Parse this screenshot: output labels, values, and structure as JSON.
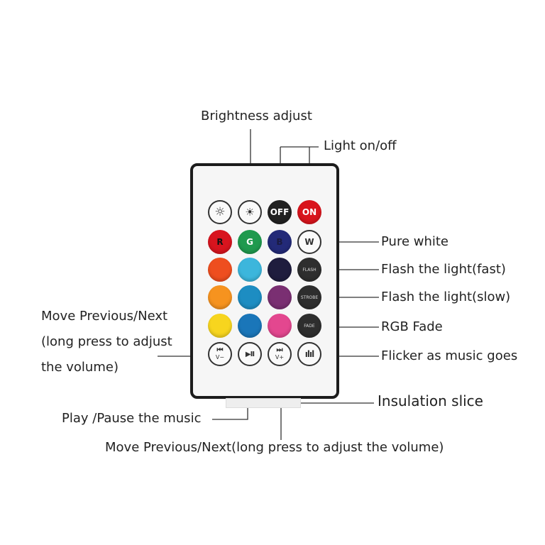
{
  "labels": {
    "brightness": "Brightness adjust",
    "light_on_off": "Light on/off",
    "pure_white": "Pure white",
    "flash_fast": "Flash the light(fast)",
    "flash_slow": "Flash the light(slow)",
    "rgb_fade": "RGB Fade",
    "flicker_music": "Flicker as music goes",
    "insulation": "Insulation slice",
    "move_prev_next_left": [
      "Move Previous/Next",
      "(long press to adjust",
      "the volume)"
    ],
    "play_pause": "Play /Pause the music",
    "move_prev_next_bottom": "Move Previous/Next(long press to adjust the volume)"
  },
  "buttons": {
    "brightness_down": {
      "icon": "sun-dim-icon",
      "glyph": "☼"
    },
    "brightness_up": {
      "icon": "sun-bright-icon",
      "glyph": "☀"
    },
    "off": {
      "text": "OFF",
      "color": "#222222"
    },
    "on": {
      "text": "ON",
      "color": "#d9141c"
    },
    "red": {
      "text": "R",
      "color": "#d8141e"
    },
    "green": {
      "text": "G",
      "color": "#1f9a4e"
    },
    "blue": {
      "text": "B",
      "color": "#232a78"
    },
    "white": {
      "text": "W"
    },
    "row3_colors": [
      "#ee4e1f",
      "#3cb6dc",
      "#1f1d3e"
    ],
    "row4_colors": [
      "#f6931f",
      "#1d8dc2",
      "#7a2f72"
    ],
    "row5_colors": [
      "#f7d51e",
      "#1a76b9",
      "#e3478f"
    ],
    "flash_fast": {
      "text": "FLASH",
      "color": "#2e2e2e"
    },
    "flash_slow": {
      "text": "STROBE",
      "color": "#2e2e2e"
    },
    "fade": {
      "text": "FADE",
      "color": "#2e2e2e"
    },
    "prev": {
      "icon": "previous-icon",
      "glyph": "⏮",
      "sub": "V−"
    },
    "play_pause": {
      "icon": "play-pause-icon",
      "glyph": "▶II"
    },
    "next": {
      "icon": "next-icon",
      "glyph": "⏭",
      "sub": "V+"
    },
    "music": {
      "icon": "music-bars-icon",
      "glyph": "ılıl"
    }
  }
}
